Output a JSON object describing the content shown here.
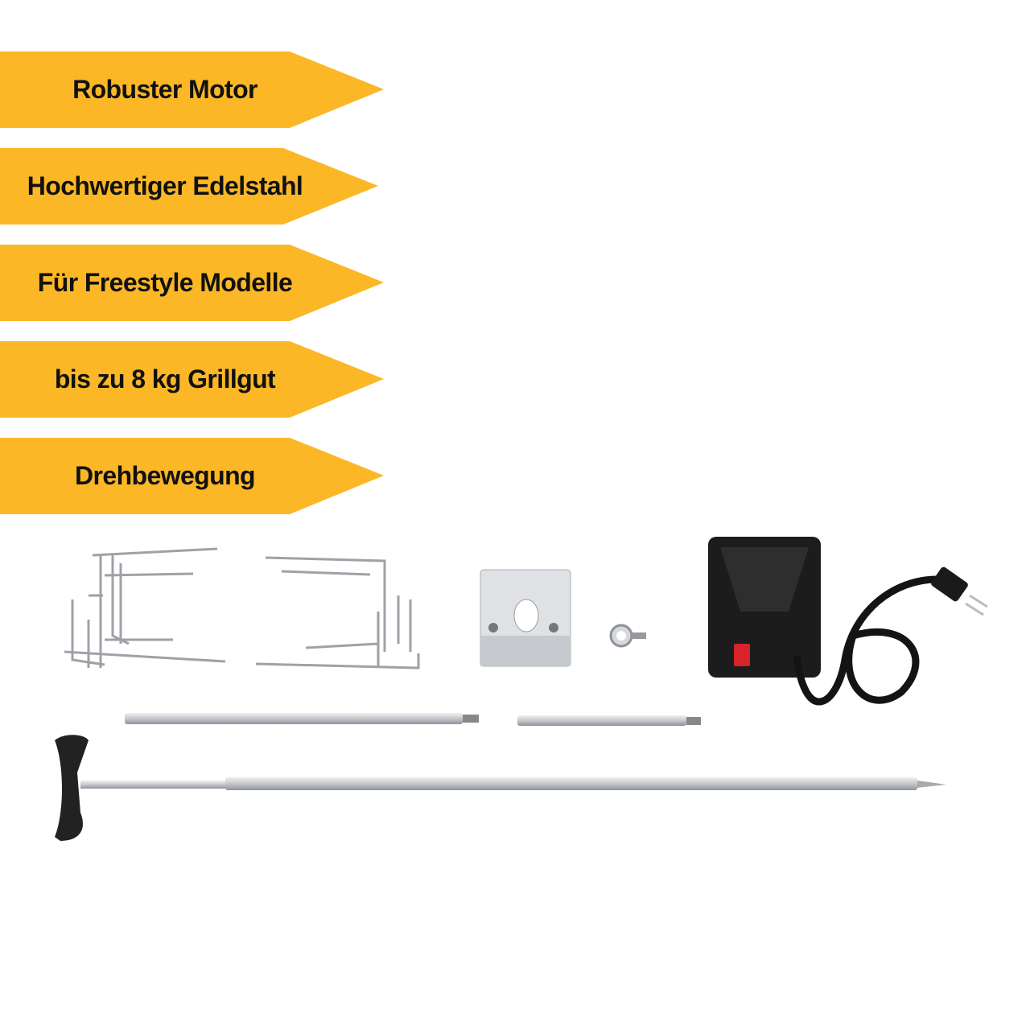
{
  "features": [
    {
      "label": "Robuster Motor"
    },
    {
      "label": "Hochwertiger Edelstahl"
    },
    {
      "label": "Für Freestyle Modelle"
    },
    {
      "label": "bis zu 8 kg Grillgut"
    },
    {
      "label": "Drehbewegung"
    }
  ],
  "colors": {
    "banner": "#FBB726",
    "text": "#111111",
    "motor": "#1c1c1c",
    "steel": "#c9ccd0",
    "switch": "#d8232a"
  }
}
